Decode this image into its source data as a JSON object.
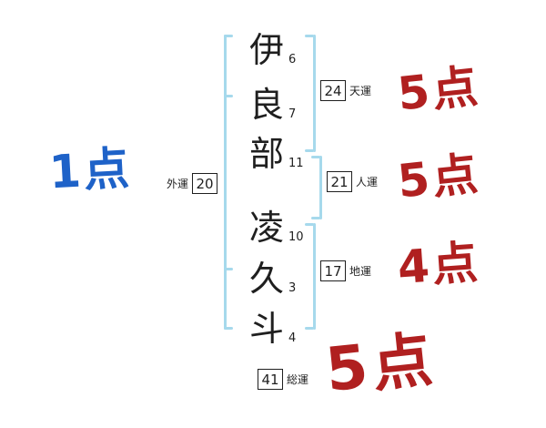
{
  "name_chars": [
    {
      "char": "伊",
      "strokes": "6"
    },
    {
      "char": "良",
      "strokes": "7"
    },
    {
      "char": "部",
      "strokes": "11"
    },
    {
      "char": "凌",
      "strokes": "10"
    },
    {
      "char": "久",
      "strokes": "3"
    },
    {
      "char": "斗",
      "strokes": "4"
    }
  ],
  "fortunes": {
    "gaiun": {
      "label": "外運",
      "value": "20",
      "score": "1点"
    },
    "tenun": {
      "label": "天運",
      "value": "24",
      "score": "5点"
    },
    "jinun": {
      "label": "人運",
      "value": "21",
      "score": "5点"
    },
    "chiun": {
      "label": "地運",
      "value": "17",
      "score": "4点"
    },
    "soun": {
      "label": "総運",
      "value": "41",
      "score": "5点"
    }
  },
  "colors": {
    "score-red": "#b02020",
    "score-blue": "#1e62c8",
    "bracket-blue": "#a6d9ec",
    "ink": "#1f1f1f"
  }
}
